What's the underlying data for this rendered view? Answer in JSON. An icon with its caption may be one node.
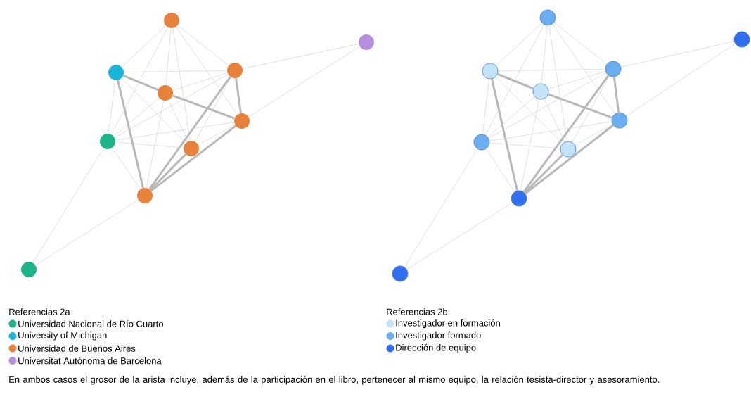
{
  "diagram": {
    "caption": "En ambos casos el grosor de la arista incluye, además de la participación en el libro, pertenecer al mismo equipo, la relación tesista-director y asesoramiento.",
    "nodes": [
      {
        "text": [],
        "shape": "circle"
      },
      {
        "text": [],
        "shape": "circle"
      },
      {
        "text": [],
        "shape": "circle"
      },
      {
        "text": [],
        "shape": "circle"
      },
      {
        "text": [],
        "shape": "circle"
      },
      {
        "text": [],
        "shape": "circle"
      },
      {
        "text": [],
        "shape": "circle"
      },
      {
        "text": [],
        "shape": "circle"
      },
      {
        "text": [],
        "shape": "circle"
      },
      {
        "text": [],
        "shape": "circle"
      },
      {
        "text": [],
        "shape": "circle"
      },
      {
        "text": [],
        "shape": "circle"
      },
      {
        "text": [],
        "shape": "circle"
      },
      {
        "text": [],
        "shape": "circle"
      },
      {
        "text": [],
        "shape": "circle"
      },
      {
        "text": [],
        "shape": "circle"
      },
      {
        "text": [],
        "shape": "circle"
      },
      {
        "text": [],
        "shape": "circle"
      },
      {
        "text": [],
        "shape": "circle"
      },
      {
        "text": [],
        "shape": "circle"
      }
    ],
    "edges": [
      {
        "from": 0,
        "to": 1,
        "arrow": "none"
      },
      {
        "from": 0,
        "to": 2,
        "arrow": "none"
      },
      {
        "from": 0,
        "to": 3,
        "arrow": "none"
      },
      {
        "from": 0,
        "to": 4,
        "arrow": "none"
      },
      {
        "from": 0,
        "to": 5,
        "arrow": "none"
      },
      {
        "from": 0,
        "to": 6,
        "arrow": "none"
      },
      {
        "from": 1,
        "to": 2,
        "arrow": "none"
      },
      {
        "from": 1,
        "to": 3,
        "arrow": "none",
        "style": "thick"
      },
      {
        "from": 1,
        "to": 5,
        "arrow": "none"
      },
      {
        "from": 1,
        "to": 6,
        "arrow": "none"
      },
      {
        "from": 1,
        "to": 7,
        "arrow": "none",
        "style": "thick"
      },
      {
        "from": 2,
        "to": 3,
        "arrow": "none"
      },
      {
        "from": 2,
        "to": 4,
        "arrow": "none",
        "style": "thick"
      },
      {
        "from": 2,
        "to": 5,
        "arrow": "none"
      },
      {
        "from": 2,
        "to": 6,
        "arrow": "none"
      },
      {
        "from": 2,
        "to": 7,
        "arrow": "none",
        "style": "thick"
      },
      {
        "from": 2,
        "to": 8,
        "arrow": "none"
      },
      {
        "from": 3,
        "to": 4,
        "arrow": "none",
        "style": "thick"
      },
      {
        "from": 3,
        "to": 5,
        "arrow": "none"
      },
      {
        "from": 3,
        "to": 6,
        "arrow": "none"
      },
      {
        "from": 3,
        "to": 7,
        "arrow": "none"
      },
      {
        "from": 4,
        "to": 5,
        "arrow": "none"
      },
      {
        "from": 4,
        "to": 6,
        "arrow": "none"
      },
      {
        "from": 4,
        "to": 7,
        "arrow": "none",
        "style": "thick"
      },
      {
        "from": 4,
        "to": 8,
        "arrow": "none"
      },
      {
        "from": 5,
        "to": 6,
        "arrow": "none"
      },
      {
        "from": 5,
        "to": 7,
        "arrow": "none"
      },
      {
        "from": 5,
        "to": 9,
        "arrow": "none"
      },
      {
        "from": 6,
        "to": 7,
        "arrow": "none",
        "style": "thick"
      },
      {
        "from": 7,
        "to": 9,
        "arrow": "none"
      },
      {
        "from": 10,
        "to": 11,
        "arrow": "none"
      },
      {
        "from": 10,
        "to": 12,
        "arrow": "none"
      },
      {
        "from": 10,
        "to": 13,
        "arrow": "none"
      },
      {
        "from": 10,
        "to": 14,
        "arrow": "none"
      },
      {
        "from": 10,
        "to": 15,
        "arrow": "none"
      },
      {
        "from": 10,
        "to": 16,
        "arrow": "none"
      },
      {
        "from": 11,
        "to": 12,
        "arrow": "none"
      },
      {
        "from": 11,
        "to": 13,
        "arrow": "none",
        "style": "thick"
      },
      {
        "from": 11,
        "to": 15,
        "arrow": "none"
      },
      {
        "from": 11,
        "to": 16,
        "arrow": "none"
      },
      {
        "from": 11,
        "to": 17,
        "arrow": "none",
        "style": "thick"
      },
      {
        "from": 12,
        "to": 13,
        "arrow": "none"
      },
      {
        "from": 12,
        "to": 14,
        "arrow": "none",
        "style": "thick"
      },
      {
        "from": 12,
        "to": 15,
        "arrow": "none"
      },
      {
        "from": 12,
        "to": 16,
        "arrow": "none"
      },
      {
        "from": 12,
        "to": 17,
        "arrow": "none",
        "style": "thick"
      },
      {
        "from": 12,
        "to": 18,
        "arrow": "none"
      },
      {
        "from": 13,
        "to": 14,
        "arrow": "none",
        "style": "thick"
      },
      {
        "from": 13,
        "to": 15,
        "arrow": "none"
      },
      {
        "from": 13,
        "to": 16,
        "arrow": "none"
      },
      {
        "from": 13,
        "to": 17,
        "arrow": "none"
      },
      {
        "from": 14,
        "to": 15,
        "arrow": "none"
      },
      {
        "from": 14,
        "to": 16,
        "arrow": "none"
      },
      {
        "from": 14,
        "to": 17,
        "arrow": "none",
        "style": "thick"
      },
      {
        "from": 14,
        "to": 18,
        "arrow": "none"
      },
      {
        "from": 15,
        "to": 16,
        "arrow": "none"
      },
      {
        "from": 15,
        "to": 17,
        "arrow": "none"
      },
      {
        "from": 15,
        "to": 19,
        "arrow": "none"
      },
      {
        "from": 16,
        "to": 17,
        "arrow": "none",
        "style": "thick"
      },
      {
        "from": 17,
        "to": 19,
        "arrow": "none"
      }
    ],
    "labels": [
      "Referencias 2a",
      "Referencias 2b"
    ],
    "legend": [
      {
        "text": "Universidad Nacional de Río Cuarto",
        "color": "#1ab38a"
      },
      {
        "text": "University of Michigan",
        "color": "#1ab4d9"
      },
      {
        "text": "Universidad de Buenos Aires",
        "color": "#e8823a"
      },
      {
        "text": "Universitat Autònoma de Barcelona",
        "color": "#b58ee0"
      },
      {
        "text": "Investigador en formación",
        "color": "#c3e3f8"
      },
      {
        "text": "Investigador formado",
        "color": "#6aaef0"
      },
      {
        "text": "Dirección de equipo",
        "color": "#2f6ff0"
      }
    ]
  }
}
